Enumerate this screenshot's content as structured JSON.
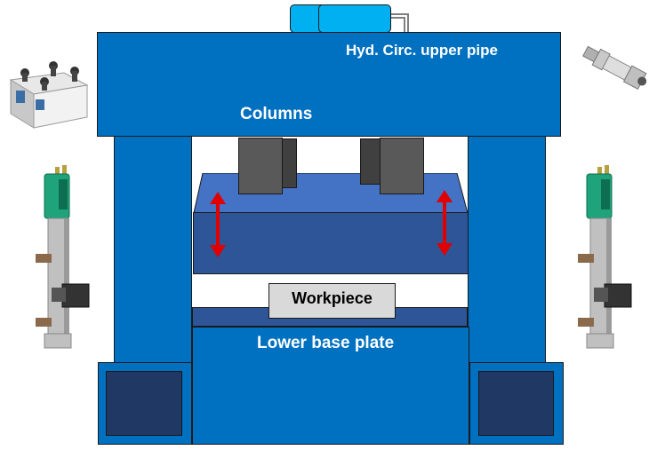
{
  "labels": {
    "hyd_circ_upper_pipe": "Hyd. Circ. upper pipe",
    "columns": "Columns",
    "workpiece": "Workpiece",
    "lower_base_plate": "Lower base plate"
  },
  "colors": {
    "press_blue": "#0070c0",
    "ram_blue": "#2e5597",
    "ram_top": "#4472c4",
    "dark_navy": "#1f3864",
    "pipe_cyan": "#00b0f0",
    "arrow_red": "#e00000",
    "block_gray": "#595959",
    "workpiece_gray": "#d9d9d9"
  },
  "icons": {
    "left_sensor_box": "sensor-box-icon",
    "right_pressure_sensor": "pressure-sensor-icon",
    "left_linear_sensor": "linear-position-sensor-icon",
    "right_linear_sensor": "linear-position-sensor-icon",
    "motion_arrows": "double-arrow-icon"
  }
}
